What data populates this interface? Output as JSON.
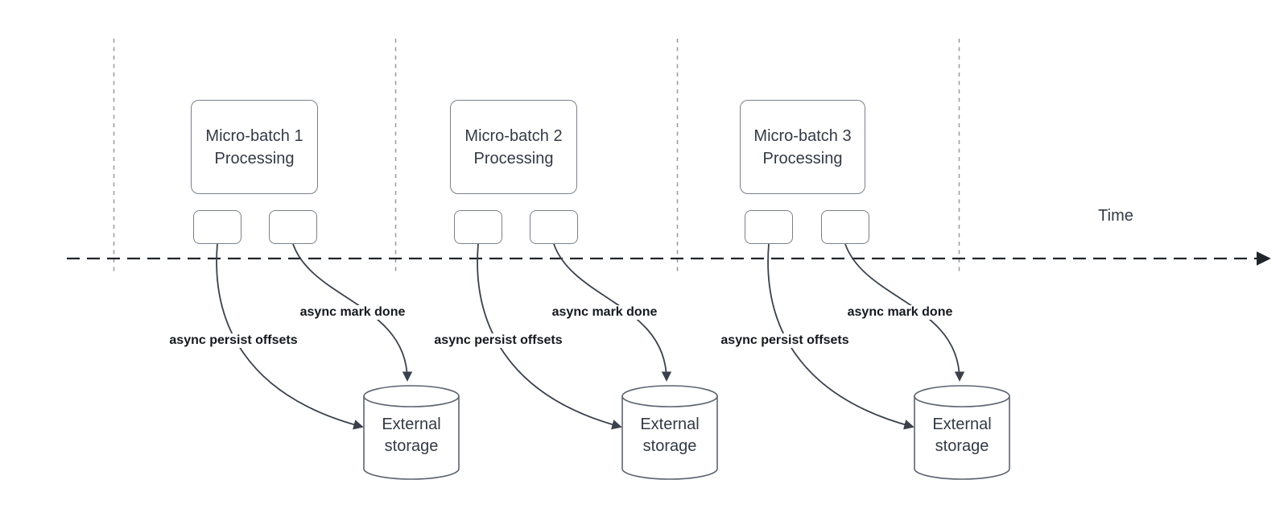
{
  "timeline": {
    "label": "Time"
  },
  "groups": [
    {
      "box_label": "Micro-batch 1\nProcessing",
      "persist_label": "async persist offsets",
      "mark_label": "async mark done",
      "storage_label": "External\nstorage"
    },
    {
      "box_label": "Micro-batch 2\nProcessing",
      "persist_label": "async persist offsets",
      "mark_label": "async mark done",
      "storage_label": "External\nstorage"
    },
    {
      "box_label": "Micro-batch 3\nProcessing",
      "persist_label": "async persist offsets",
      "mark_label": "async mark done",
      "storage_label": "External\nstorage"
    }
  ],
  "colors": {
    "background": "#ffffff",
    "shape_border": "#7a808a",
    "cylinder_border": "#5d6370",
    "text": "#333a45",
    "bold_label_text": "#15181d",
    "arrow_stroke": "#3a414c",
    "timeline_stroke": "#20252c",
    "guide_stroke": "#9e9e9e"
  }
}
